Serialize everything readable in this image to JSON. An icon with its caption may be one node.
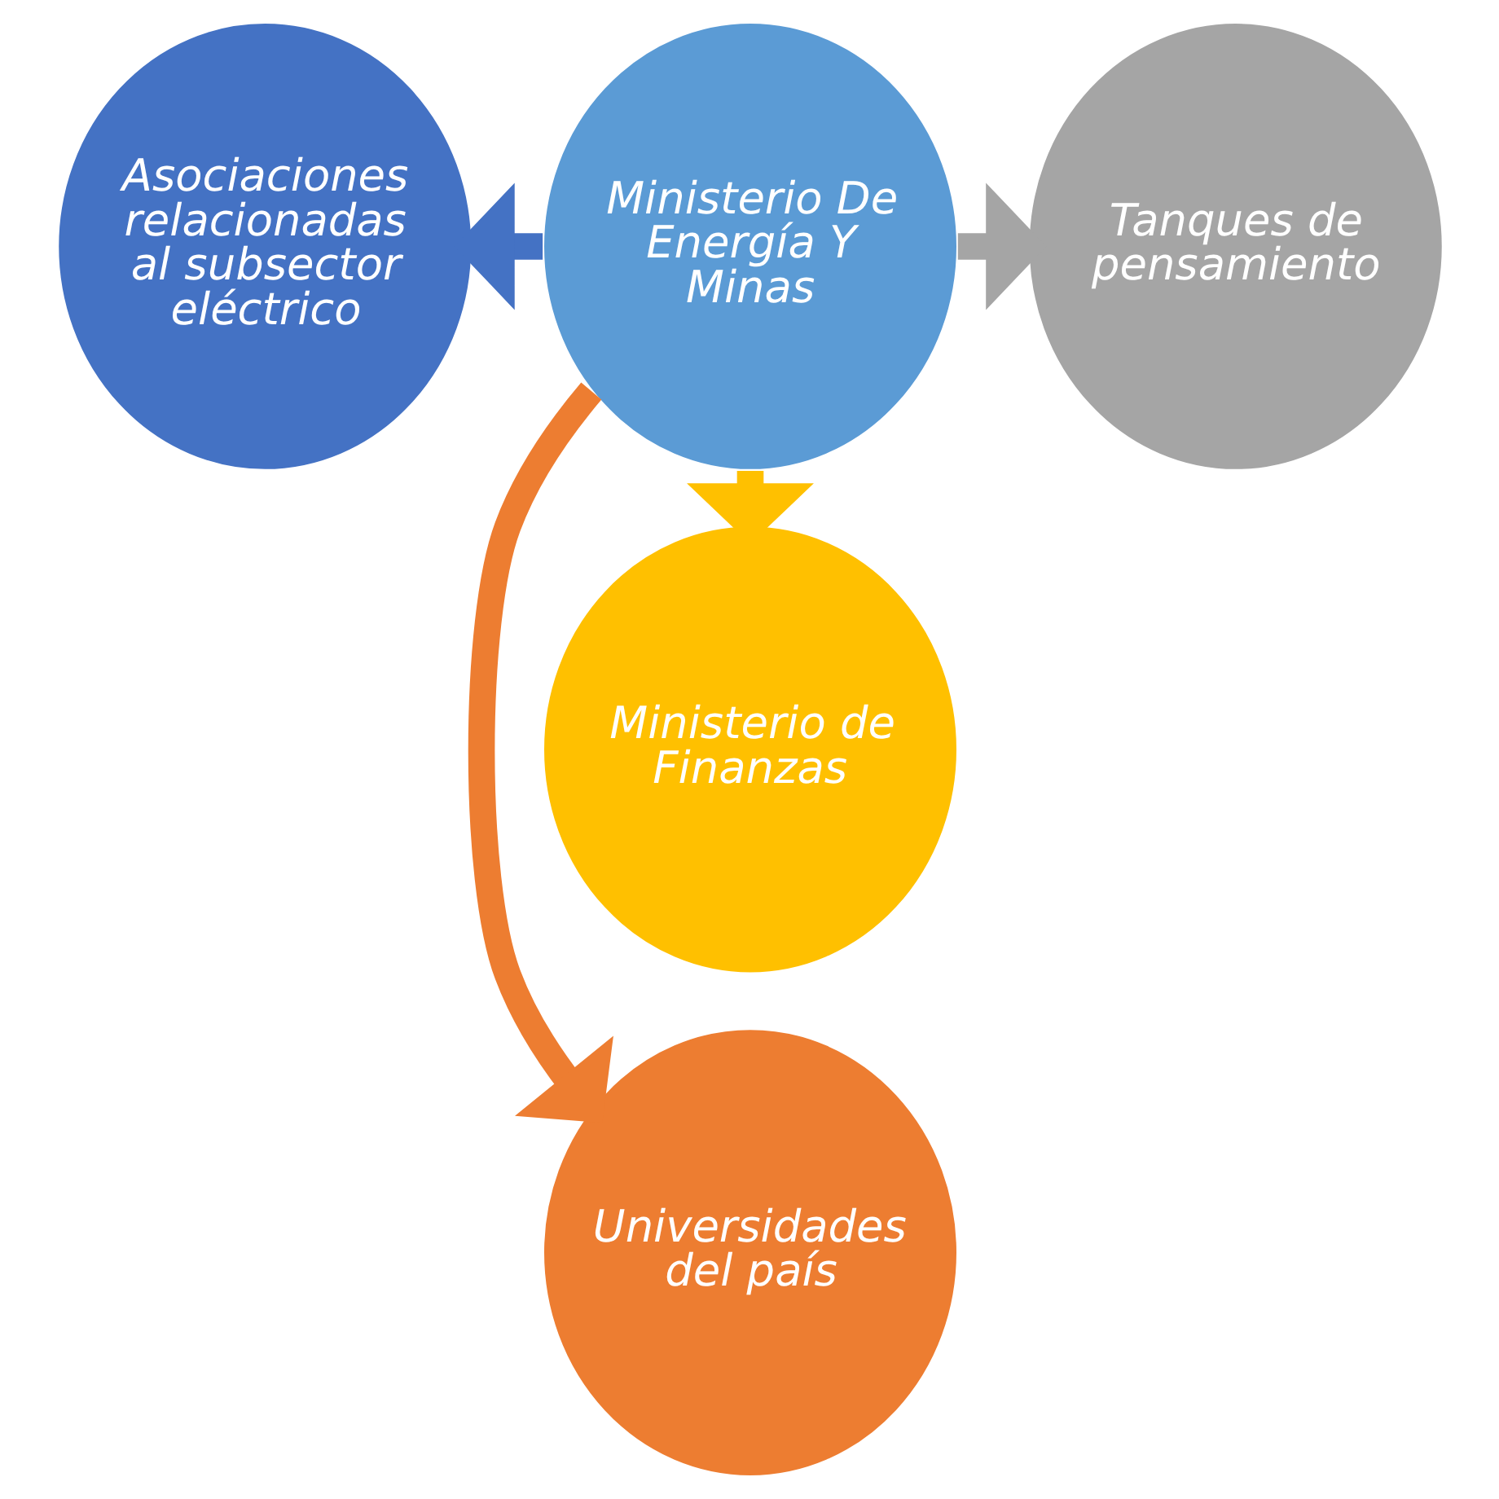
{
  "diagram": {
    "nodes": [
      {
        "text": [
          "Universidades del país"
        ]
      },
      {
        "text": [
          "Asociaciones relacionadas al subsector eléctrico"
        ]
      },
      {
        "text": [
          "Ministerio De Energía Y Minas"
        ]
      },
      {
        "text": [
          "Tanques de pensamiento"
        ]
      },
      {
        "text": [
          "Ministerio de Finanzas"
        ]
      }
    ],
    "edges": [
      {
        "from": 2,
        "to": 0,
        "arrow": "to",
        "color": "#ed7d31"
      },
      {
        "from": 2,
        "to": 1,
        "arrow": "to",
        "color": "#4472c4"
      },
      {
        "from": 2,
        "to": 3,
        "arrow": "to",
        "color": "#a5a5a5"
      },
      {
        "from": 2,
        "to": 4,
        "arrow": "to",
        "color": "#ffc000"
      }
    ]
  }
}
